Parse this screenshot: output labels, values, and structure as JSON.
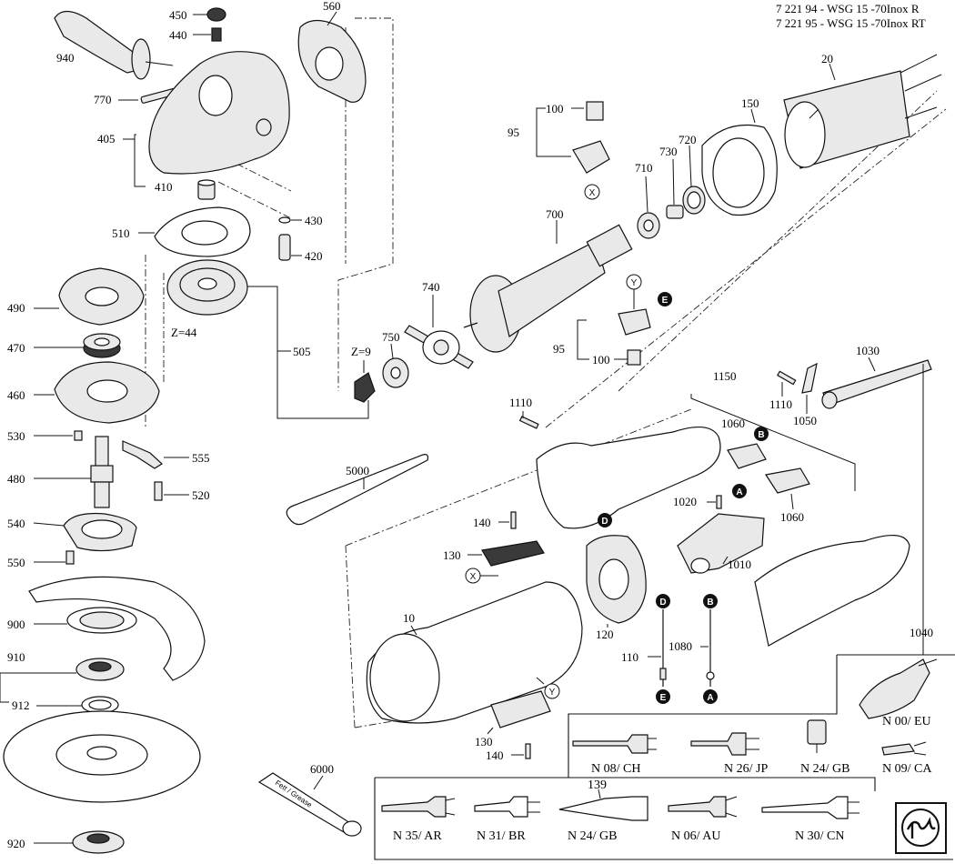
{
  "header": {
    "line1": "7 221 94 - WSG 15 -70Inox R",
    "line2": "7 221 95 - WSG 15 -70Inox RT"
  },
  "parts": {
    "p10": "10",
    "p20": "20",
    "p95a": "95",
    "p95b": "95",
    "p100a": "100",
    "p100b": "100",
    "p110": "110",
    "p120": "120",
    "p130a": "130",
    "p130b": "130",
    "p139": "139",
    "p140a": "140",
    "p140b": "140",
    "p150": "150",
    "p405": "405",
    "p410": "410",
    "p420": "420",
    "p430": "430",
    "p440": "440",
    "p450": "450",
    "p460": "460",
    "p470": "470",
    "p480": "480",
    "p490": "490",
    "p505": "505",
    "p510": "510",
    "p520": "520",
    "p530": "530",
    "p540": "540",
    "p550": "550",
    "p555": "555",
    "p560": "560",
    "p700": "700",
    "p710": "710",
    "p720": "720",
    "p730": "730",
    "p740": "740",
    "p750": "750",
    "p770": "770",
    "p900": "900",
    "p910": "910",
    "p912": "912",
    "p920": "920",
    "p940": "940",
    "p1010": "1010",
    "p1020": "1020",
    "p1030": "1030",
    "p1040": "1040",
    "p1050": "1050",
    "p1060a": "1060",
    "p1060b": "1060",
    "p1080": "1080",
    "p1110a": "1110",
    "p1110b": "1110",
    "p1150": "1150",
    "p5000": "5000",
    "p6000": "6000"
  },
  "gear_labels": {
    "z44": "Z=44",
    "z9": "Z=9"
  },
  "tube_text": "Fett / Grease",
  "badges": {
    "A": "A",
    "B": "B",
    "D": "D",
    "E": "E",
    "X": "X",
    "Y": "Y"
  },
  "plugs": {
    "n00": "N 00/ EU",
    "n08": "N 08/ CH",
    "n26": "N 26/ JP",
    "n24a": "N 24/ GB",
    "n09": "N 09/ CA",
    "n35": "N 35/ AR",
    "n31": "N 31/ BR",
    "n24b": "N 24/ GB",
    "n06": "N 06/ AU",
    "n30": "N 30/ CN"
  },
  "logo": {
    "name": "fein-logo"
  }
}
